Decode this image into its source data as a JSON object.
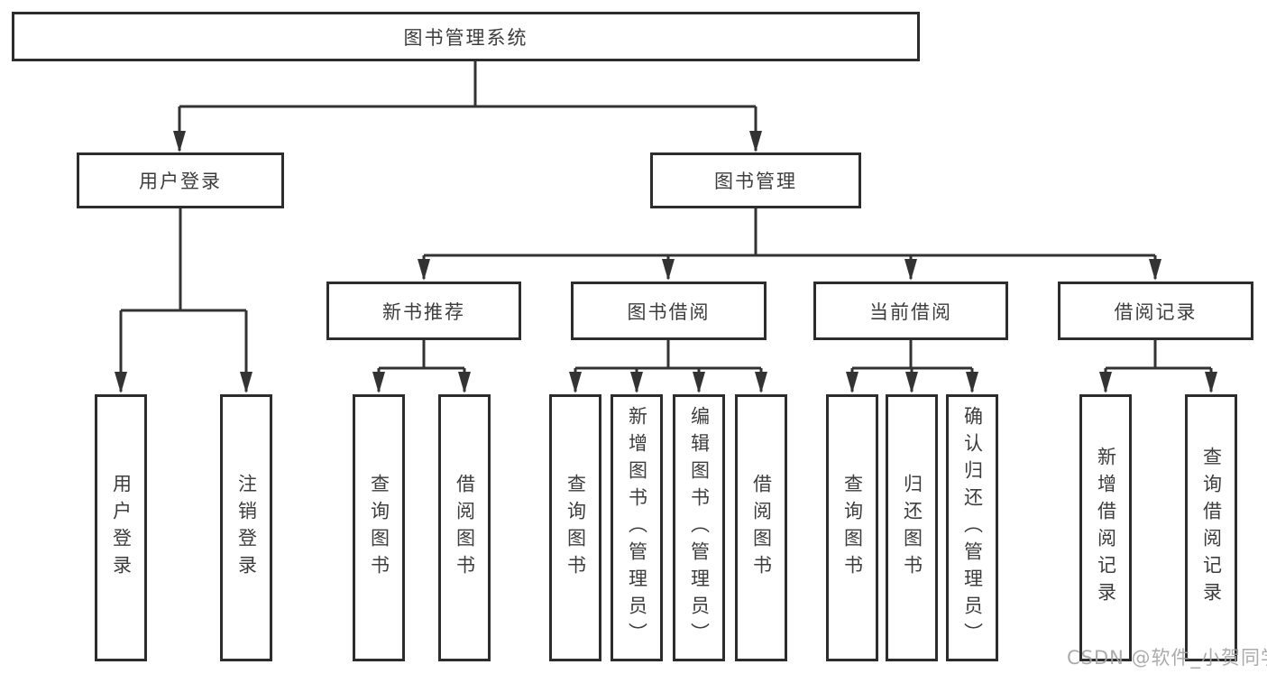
{
  "diagram": {
    "type": "hierarchy-tree",
    "direction": "top-down",
    "colors": {
      "background": "#ffffff",
      "box_border": "#2d2d2d",
      "connector_line": "#333333",
      "text": "#3d3d3d",
      "watermark_text": "#a3a3a3"
    }
  },
  "tree": {
    "label": "图书管理系统",
    "children": [
      {
        "label": "用户登录",
        "children": [
          {
            "label": "用户登录"
          },
          {
            "label": "注销登录"
          }
        ]
      },
      {
        "label": "图书管理",
        "children": [
          {
            "label": "新书推荐",
            "children": [
              {
                "label": "查询图书"
              },
              {
                "label": "借阅图书"
              }
            ]
          },
          {
            "label": "图书借阅",
            "children": [
              {
                "label": "查询图书"
              },
              {
                "label": "新增图书（管理员）"
              },
              {
                "label": "编辑图书（管理员）"
              },
              {
                "label": "借阅图书"
              }
            ]
          },
          {
            "label": "当前借阅",
            "children": [
              {
                "label": "查询图书"
              },
              {
                "label": "归还图书"
              },
              {
                "label": "确认归还（管理员）"
              }
            ]
          },
          {
            "label": "借阅记录",
            "children": [
              {
                "label": "新增借阅记录"
              },
              {
                "label": "查询借阅记录"
              }
            ]
          }
        ]
      }
    ]
  },
  "watermark": {
    "text": "CSDN @软件_小贺同学"
  }
}
